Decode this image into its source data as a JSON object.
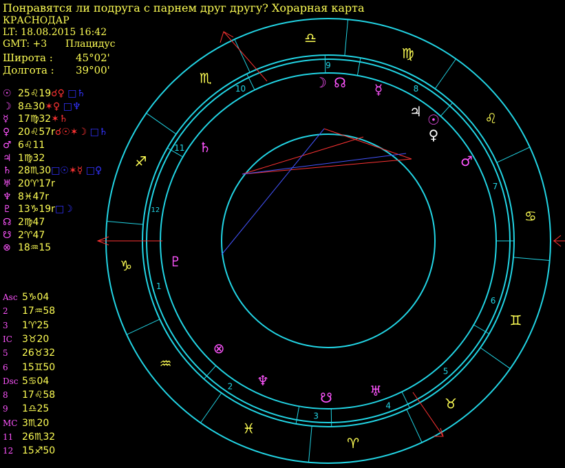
{
  "title": "Понравятся ли подруга с парнем друг другу? Хорарная карта",
  "info": {
    "city": "КРАСНОДАР",
    "lt": "LT: 18.08.2015  16:42",
    "gmt": "GMT: +3",
    "system": "Плацидус",
    "lat_label": "Широта :",
    "lat_value": "45°02'",
    "lon_label": "Долгота :",
    "lon_value": "39°00'"
  },
  "planets": [
    {
      "glyph": "☉",
      "pos": "25♌19",
      "aspects": [
        {
          "g": "☌♀",
          "c": "#ff3333"
        },
        {
          "g": " □♄",
          "c": "#3333ff"
        }
      ]
    },
    {
      "glyph": "☽",
      "pos": "8♎30",
      "aspects": [
        {
          "g": "✶♀",
          "c": "#ff3333"
        },
        {
          "g": " □♆",
          "c": "#3333ff"
        }
      ]
    },
    {
      "glyph": "☿",
      "pos": "17♍32",
      "aspects": [
        {
          "g": "✶♄",
          "c": "#ff3333"
        }
      ]
    },
    {
      "glyph": "♀",
      "pos": "20♌57r",
      "aspects": [
        {
          "g": "☌☉",
          "c": "#ff3333"
        },
        {
          "g": "✶☽",
          "c": "#ff3333"
        },
        {
          "g": " □♄",
          "c": "#3333ff"
        }
      ]
    },
    {
      "glyph": "♂",
      "pos": "6♌11",
      "aspects": []
    },
    {
      "glyph": "♃",
      "pos": "1♍32",
      "aspects": []
    },
    {
      "glyph": "♄",
      "pos": "28♏30",
      "aspects": [
        {
          "g": "□☉",
          "c": "#3333ff"
        },
        {
          "g": "✶☿",
          "c": "#ff3333"
        },
        {
          "g": " □♀",
          "c": "#3333ff"
        }
      ]
    },
    {
      "glyph": "♅",
      "pos": "20♈17r",
      "aspects": []
    },
    {
      "glyph": "♆",
      "pos": "8♓47r",
      "aspects": []
    },
    {
      "glyph": "♇",
      "pos": "13♑19r",
      "aspects": [
        {
          "g": "□☽",
          "c": "#3333ff"
        }
      ]
    },
    {
      "glyph": "☊",
      "pos": "2♍47",
      "aspects": []
    },
    {
      "glyph": "☋",
      "pos": "2♈47",
      "aspects": []
    },
    {
      "glyph": "⊗",
      "pos": "18♒15",
      "aspects": []
    }
  ],
  "houses": [
    {
      "label": "Asc",
      "pos": "5♑04"
    },
    {
      "label": "2",
      "pos": "17♒58"
    },
    {
      "label": "3",
      "pos": "1♈25"
    },
    {
      "label": "IC",
      "pos": "3♉20"
    },
    {
      "label": "5",
      "pos": "26♉32"
    },
    {
      "label": "6",
      "pos": "15♊50"
    },
    {
      "label": "Dsc",
      "pos": "5♋04"
    },
    {
      "label": "8",
      "pos": "17♌58"
    },
    {
      "label": "9",
      "pos": "1♎25"
    },
    {
      "label": "MC",
      "pos": "3♏20"
    },
    {
      "label": "11",
      "pos": "26♏32"
    },
    {
      "label": "12",
      "pos": "15♐50"
    }
  ],
  "wheel": {
    "sign_glyphs": [
      "♎",
      "♍",
      "♌",
      "♋",
      "♊",
      "♉",
      "♈",
      "♓",
      "♒",
      "♑",
      "♐",
      "♏"
    ],
    "house_numbers": [
      "1",
      "2",
      "3",
      "4",
      "5",
      "6",
      "7",
      "8",
      "9",
      "10",
      "11",
      "12"
    ],
    "chart_planets": [
      {
        "name": "moon",
        "glyph": "☽",
        "color": "#ff55ff"
      },
      {
        "name": "north-node",
        "glyph": "☊",
        "color": "#ff55ff"
      },
      {
        "name": "mercury",
        "glyph": "☿",
        "color": "#ff55ff"
      },
      {
        "name": "jupiter",
        "glyph": "♃",
        "color": "#ffffff"
      },
      {
        "name": "sun",
        "glyph": "☉",
        "color": "#ff55ff"
      },
      {
        "name": "venus",
        "glyph": "♀",
        "color": "#ffffff"
      },
      {
        "name": "mars",
        "glyph": "♂",
        "color": "#ff55ff"
      },
      {
        "name": "saturn",
        "glyph": "♄",
        "color": "#ff55ff"
      },
      {
        "name": "pluto",
        "glyph": "♇",
        "color": "#ff55ff"
      },
      {
        "name": "part-of-fortune",
        "glyph": "⊗",
        "color": "#ff55ff"
      },
      {
        "name": "neptune",
        "glyph": "♆",
        "color": "#ff55ff"
      },
      {
        "name": "south-node",
        "glyph": "☋",
        "color": "#ff55ff"
      },
      {
        "name": "uranus",
        "glyph": "♅",
        "color": "#ff55ff"
      }
    ],
    "colors": {
      "ring": "#22d5e5",
      "sign": "#ffff55",
      "house_num": "#22d5e5",
      "axis": "#ff3333",
      "aspect_red": "#ff3333",
      "aspect_blue": "#4455ff"
    }
  }
}
